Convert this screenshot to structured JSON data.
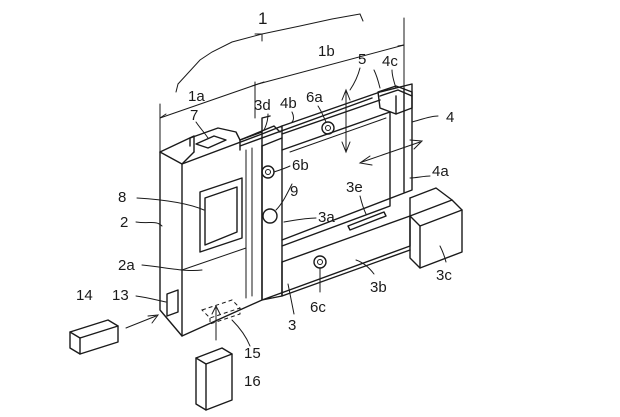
{
  "labels": {
    "l1": "1",
    "l1a": "1a",
    "l1b": "1b",
    "l2": "2",
    "l2a": "2a",
    "l3": "3",
    "l3a": "3a",
    "l3b": "3b",
    "l3c": "3c",
    "l3d": "3d",
    "l3e": "3e",
    "l4": "4",
    "l4a": "4a",
    "l4b": "4b",
    "l4c": "4c",
    "l5": "5",
    "l6a": "6a",
    "l6b": "6b",
    "l6c": "6c",
    "l7": "7",
    "l8": "8",
    "l9": "9",
    "l13": "13",
    "l14": "14",
    "l15": "15",
    "l16": "16"
  }
}
